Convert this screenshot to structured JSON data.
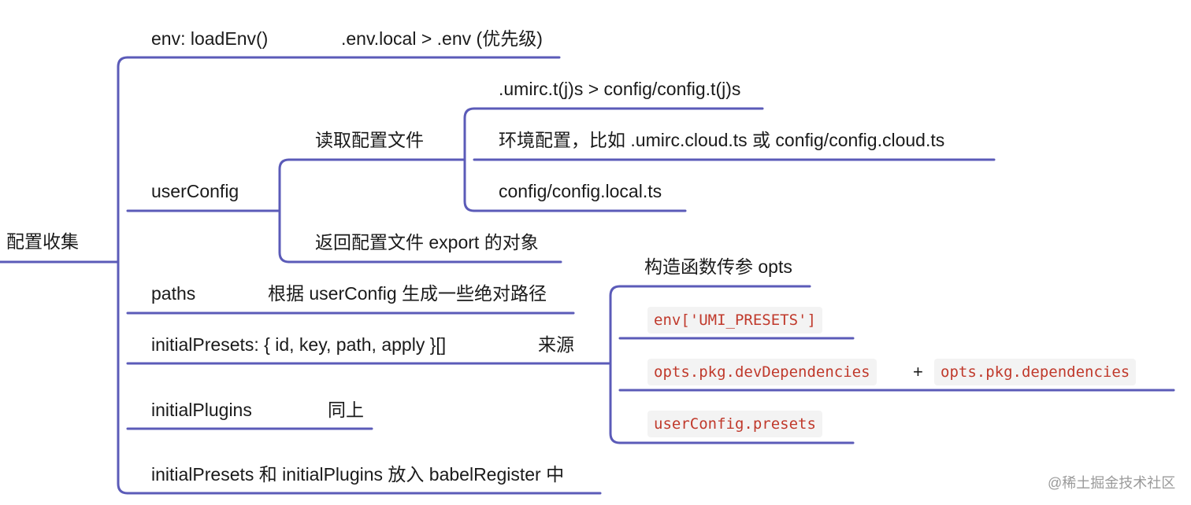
{
  "root": {
    "label": "配置收集"
  },
  "branches": {
    "env": {
      "label": "env: loadEnv()",
      "note": ".env.local > .env (优先级)"
    },
    "userConfig": {
      "label": "userConfig",
      "read": {
        "label": "读取配置文件",
        "items": [
          ".umirc.t(j)s > config/config.t(j)s",
          "环境配置，比如 .umirc.cloud.ts 或 config/config.cloud.ts",
          "config/config.local.ts"
        ]
      },
      "return": {
        "label": "返回配置文件 export 的对象"
      }
    },
    "paths": {
      "label": "paths",
      "note": "根据 userConfig 生成一些绝对路径"
    },
    "initialPresets": {
      "label": "initialPresets: { id, key, path, apply }[]",
      "source": {
        "label": "来源",
        "items": [
          {
            "text": "构造函数传参 opts"
          },
          {
            "code": "env['UMI_PRESETS']"
          },
          {
            "code": "opts.pkg.devDependencies",
            "plus": "+",
            "code2": "opts.pkg.dependencies"
          },
          {
            "code": "userConfig.presets"
          }
        ]
      }
    },
    "initialPlugins": {
      "label": "initialPlugins",
      "note": "同上"
    },
    "register": {
      "label": "initialPresets 和 initialPlugins 放入 babelRegister 中"
    }
  },
  "watermark": "@稀土掘金技术社区",
  "colors": {
    "line": "#5b5bb8"
  }
}
